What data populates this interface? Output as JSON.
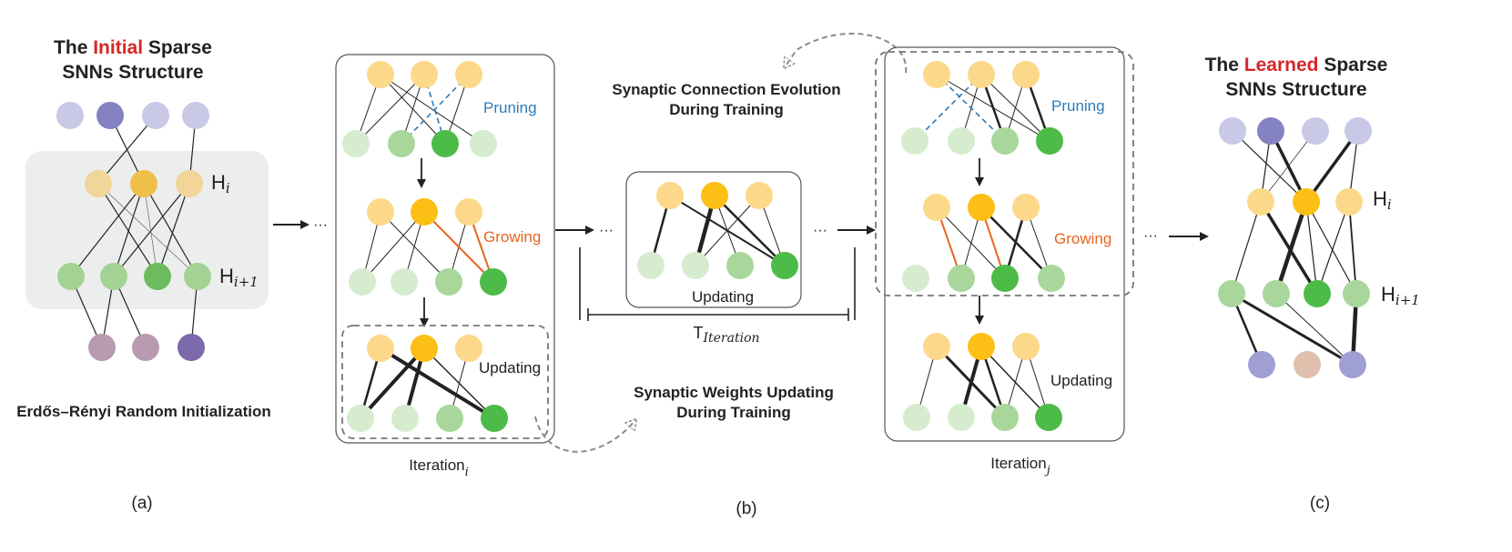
{
  "panel_a": {
    "title_pre": "The ",
    "title_highlight": "Initial",
    "title_post": " Sparse",
    "title_line2": "SNNs Structure",
    "layer_label_i_base": "H",
    "layer_label_i_sub": "i",
    "layer_label_i1_base": "H",
    "layer_label_i1_sub": "i+1",
    "caption": "Erdős–Rényi Random Initialization",
    "panel_label": "(a)"
  },
  "panel_b": {
    "iter_i": {
      "pruning": "Pruning",
      "growing": "Growing",
      "updating": "Updating",
      "label_base": "Iteration",
      "label_sub": "i"
    },
    "middle": {
      "updating": "Updating",
      "period_base": "T",
      "period_sub": "Iteration"
    },
    "iter_j": {
      "pruning": "Pruning",
      "growing": "Growing",
      "updating": "Updating",
      "label_base": "Iteration",
      "label_sub": "j"
    },
    "evolution_line1": "Synaptic Connection Evolution",
    "evolution_line2": "During Training",
    "updating_line1": "Synaptic Weights Updating",
    "updating_line2": "During Training",
    "ellipsis": "···",
    "panel_label": "(b)"
  },
  "panel_c": {
    "title_pre": "The ",
    "title_highlight": "Learned",
    "title_post": " Sparse",
    "title_line2": "SNNs Structure",
    "layer_label_i_base": "H",
    "layer_label_i_sub": "i",
    "layer_label_i1_base": "H",
    "layer_label_i1_sub": "i+1",
    "panel_label": "(c)"
  },
  "colors": {
    "highlight_red": "#d62728",
    "pruning_blue": "#2b7bba",
    "growing_orange": "#e8641e",
    "box_gray": "#eceeed"
  }
}
